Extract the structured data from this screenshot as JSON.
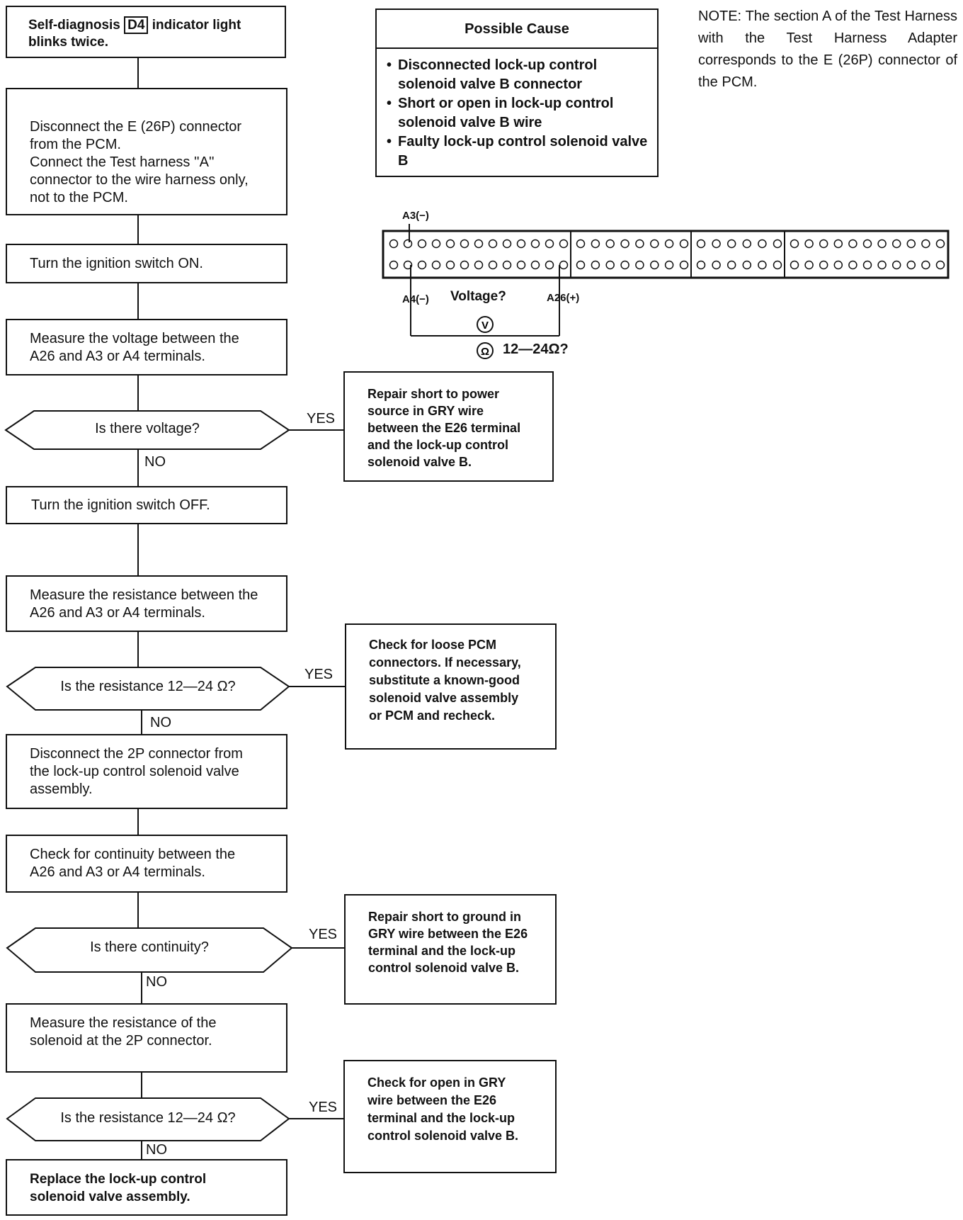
{
  "flowchart": {
    "start": {
      "text_before": "Self-diagnosis ",
      "indicator": "D4",
      "text_after": " indicator light blinks twice."
    },
    "step1": "Disconnect the E (26P) connector from the PCM.\nConnect the Test harness ''A'' connector to the wire harness only, not to the PCM.",
    "step2": "Turn the ignition switch ON.",
    "step3": "Measure the voltage between the A26 and A3 or A4 terminals.",
    "decision1": "Is there voltage?",
    "result1": "Repair short to power source in GRY wire between the E26 terminal and the lock-up control solenoid valve B.",
    "step4": "Turn the ignition switch OFF.",
    "step5": "Measure the resistance between the A26 and A3 or A4 terminals.",
    "decision2": "Is the resistance 12—24 Ω?",
    "result2": "Check for loose PCM connectors. If necessary, substitute a known-good solenoid valve assembly or PCM and recheck.",
    "step6": "Disconnect the 2P connector from the lock-up control solenoid valve assembly.",
    "step7": "Check for continuity between the A26 and A3 or A4 terminals.",
    "decision3": "Is there continuity?",
    "result3": "Repair short to ground in GRY wire between the E26 terminal and the lock-up control solenoid valve B.",
    "step8": "Measure the resistance of the solenoid at the 2P connector.",
    "decision4": "Is the resistance 12—24 Ω?",
    "result4": "Check for open in GRY wire between the E26 terminal and the lock-up control solenoid valve B.",
    "final": "Replace the lock-up control solenoid valve assembly.",
    "yes_label": "YES",
    "no_label": "NO"
  },
  "possible_cause": {
    "title": "Possible Cause",
    "items": [
      "Disconnected lock-up control solenoid valve B connector",
      "Short or open in lock-up control solenoid valve B wire",
      "Faulty lock-up control solenoid valve B"
    ]
  },
  "note": "NOTE: The section A of the Test Harness with the Test Harness Adapter corresponds to the E (26P) connector of the PCM.",
  "connector_diagram": {
    "a3_label": "A3(−)",
    "a4_label": "A4(−)",
    "a26_label": "A26(+)",
    "voltage_label": "Voltage?",
    "voltmeter_symbol": "V",
    "ohm_symbol": "Ω",
    "resistance_label": "12—24Ω?",
    "section_hole_counts": [
      13,
      8,
      6,
      11
    ]
  }
}
